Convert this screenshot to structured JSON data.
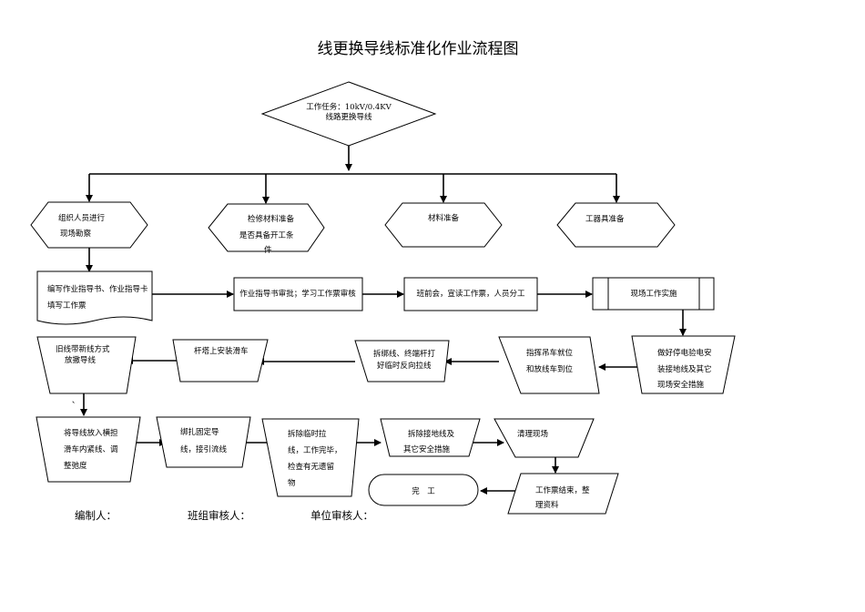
{
  "title": "线更换导线标准化作业流程图",
  "start": [
    "工作任务：10kV/0.4KV",
    "线路更换导线"
  ],
  "prep": {
    "organize": [
      "组织人员进行",
      "现场勘察"
    ],
    "inspect": [
      "检修材料准备",
      "是否具备开工条",
      "件"
    ],
    "materials": "材料准备",
    "tools": "工器具准备"
  },
  "row2": {
    "write_docs": [
      "编写作业指导书、作业指导卡",
      "填写工作票"
    ],
    "review": "作业指导书审批；学习工作票审核",
    "meeting": "班前会，宣读工作票，人员分工",
    "site_work": "现场工作实施"
  },
  "row3": {
    "safety": [
      "做好停电验电安",
      "装接地线及其它",
      "现场安全措施"
    ],
    "crane": [
      "指挥吊车就位",
      "和放线车到位"
    ],
    "guy": [
      "拆绑线、终端杆打",
      "好临时反向拉线"
    ],
    "pulley": "杆塔上安装滑车",
    "old_wire": [
      "旧线带新线方式",
      "放撤导线"
    ]
  },
  "row4": {
    "tension": [
      "将导线放入横担",
      "滑车内紧线、调",
      "整弛度"
    ],
    "bind": [
      "绑扎固定导",
      "线，接引流线"
    ],
    "remove_guy": [
      "拆除临时拉",
      "线，工作完毕，",
      "检查有无遗留",
      "物"
    ],
    "remove_ground": [
      "拆除接地线及",
      "其它安全措施"
    ],
    "cleanup": "清理现场"
  },
  "end": {
    "ticket_end": [
      "工作票结束，整",
      "理资料"
    ],
    "complete": "完　工"
  },
  "stray_mark": "、",
  "footer": {
    "author": "编制人：",
    "team_reviewer": "班组审核人：",
    "unit_reviewer": "单位审核人："
  }
}
